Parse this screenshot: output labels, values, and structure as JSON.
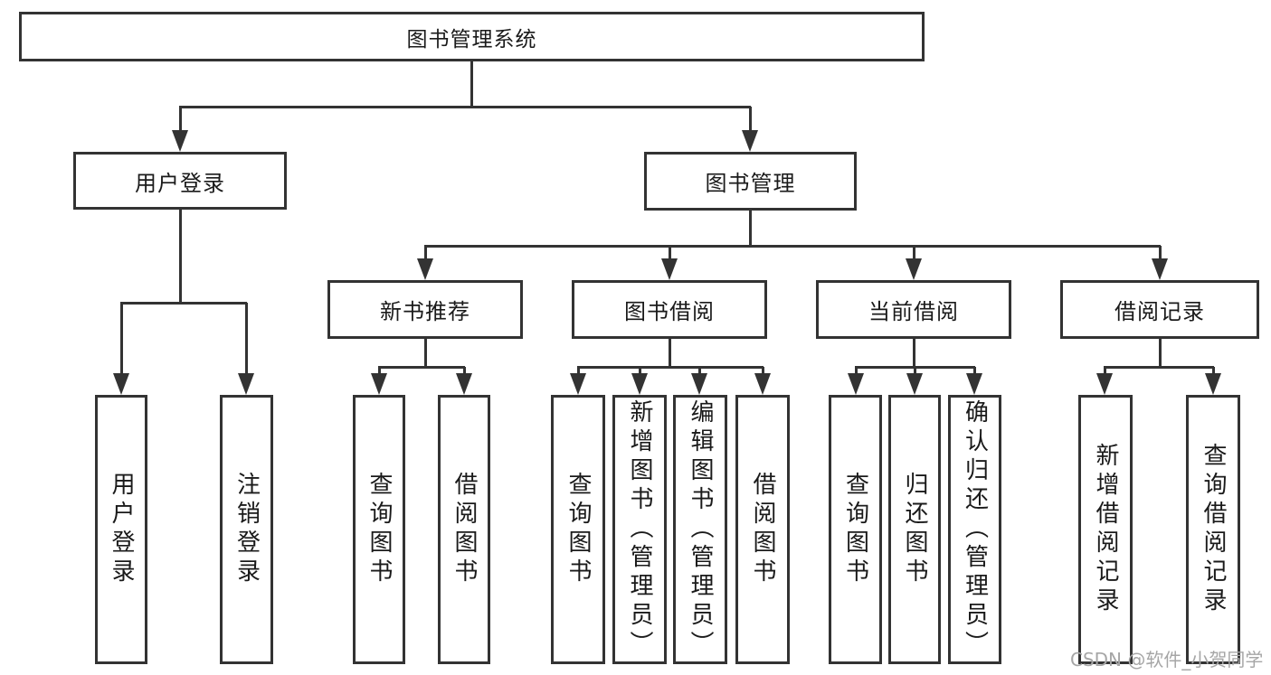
{
  "diagram": {
    "watermark": "CSDN @软件_小贺同学",
    "colors": {
      "line": "#333333",
      "text": "#1a1a1a",
      "watermark": "#a6a6a6",
      "background": "#ffffff"
    },
    "tree": {
      "root": "图书管理系统",
      "branches": [
        {
          "label": "用户登录",
          "children": [
            "用户登录",
            "注销登录"
          ]
        },
        {
          "label": "图书管理",
          "groups": [
            {
              "label": "新书推荐",
              "children": [
                "查询图书",
                "借阅图书"
              ]
            },
            {
              "label": "图书借阅",
              "children": [
                "查询图书",
                "新增图书（管理员）",
                "编辑图书（管理员）",
                "借阅图书"
              ]
            },
            {
              "label": "当前借阅",
              "children": [
                "查询图书",
                "归还图书",
                "确认归还（管理员）"
              ]
            },
            {
              "label": "借阅记录",
              "children": [
                "新增借阅记录",
                "查询借阅记录"
              ]
            }
          ]
        }
      ]
    }
  }
}
